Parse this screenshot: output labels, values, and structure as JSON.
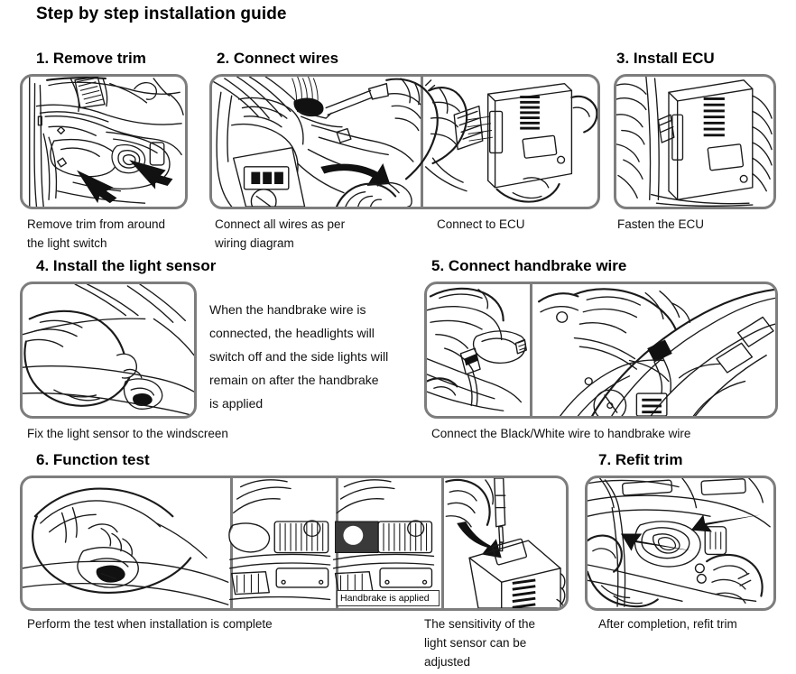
{
  "document": {
    "title": "Step by step installation guide"
  },
  "steps": [
    {
      "id": "step-1",
      "number": "1.",
      "title": "1. Remove trim",
      "caption_lines": [
        "Remove trim from around",
        "the light switch"
      ],
      "caption": "Remove trim from around the light switch",
      "images": 1
    },
    {
      "id": "step-2",
      "number": "2.",
      "title": "2. Connect wires",
      "caption_lines": [
        "Connect all wires as per",
        "wiring diagram"
      ],
      "caption": "Connect all wires as per wiring diagram",
      "caption_2": "Connect to ECU",
      "images": 2
    },
    {
      "id": "step-3",
      "number": "3.",
      "title": "3. Install ECU",
      "caption_lines": [
        "Fasten the ECU"
      ],
      "caption": "Fasten the ECU",
      "images": 1
    },
    {
      "id": "step-4",
      "number": "4.",
      "title": "4. Install the light sensor",
      "body_lines": [
        "When the handbrake wire is",
        "connected, the headlights will",
        "switch off and the side lights will",
        "remain on after the handbrake",
        "is applied"
      ],
      "body": "When the handbrake wire is connected, the headlights will switch off and the side lights will remain on after the handbrake is applied",
      "caption": "Fix the light sensor to the windscreen",
      "images": 1
    },
    {
      "id": "step-5",
      "number": "5.",
      "title": "5. Connect handbrake wire",
      "caption": "Connect the Black/White wire to handbrake wire",
      "images": 2
    },
    {
      "id": "step-6",
      "number": "6.",
      "title": "6. Function test",
      "caption": "Perform the test when installation is complete",
      "caption_2_lines": [
        "The sensitivity of the",
        "light sensor can be",
        "adjusted"
      ],
      "caption_2": "The sensitivity of the light sensor can be adjusted",
      "image_label": "Handbrake is applied",
      "images": 4
    },
    {
      "id": "step-7",
      "number": "7.",
      "title": "7. Refit trim",
      "caption": "After completion, refit trim",
      "images": 1
    }
  ],
  "style": {
    "panel_border_color": "#7d7d7d",
    "line_color": "#1a1a1a",
    "background": "#ffffff",
    "text_color": "#111111"
  }
}
